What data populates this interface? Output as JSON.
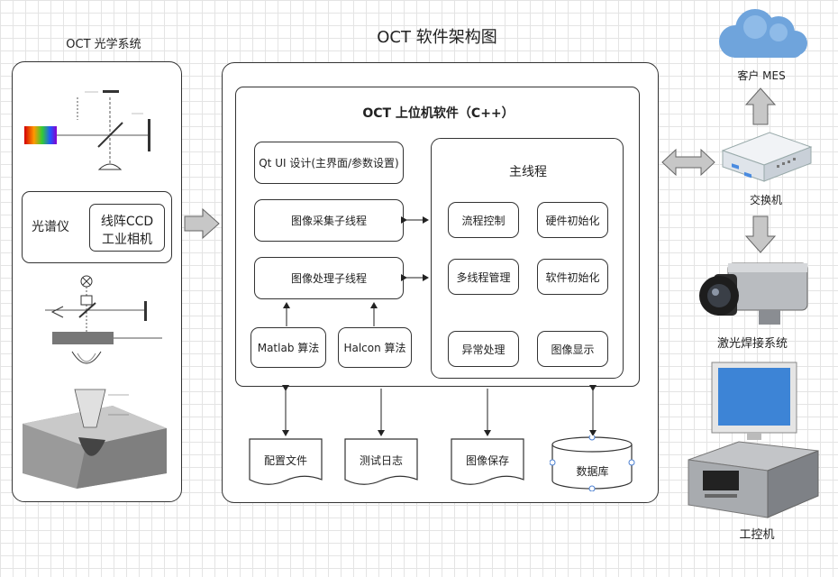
{
  "titles": {
    "optics": "OCT 光学系统",
    "architecture": "OCT 软件架构图"
  },
  "optics_panel": {
    "spectrometer": "光谱仪",
    "ccd_line1": "线阵CCD",
    "ccd_line2": "工业相机"
  },
  "software": {
    "title": "OCT 上位机软件（C++）",
    "qt_ui": "Qt  UI 设计(主界面/参数设置)",
    "acquisition_thread": "图像采集子线程",
    "processing_thread": "图像处理子线程",
    "matlab": "Matlab 算法",
    "halcon": "Halcon 算法",
    "main_thread": {
      "title": "主线程",
      "items": [
        "流程控制",
        "硬件初始化",
        "多线程管理",
        "软件初始化",
        "异常处理",
        "图像显示"
      ]
    }
  },
  "storage": {
    "config": "配置文件",
    "log": "测试日志",
    "image_save": "图像保存",
    "database": "数据库"
  },
  "devices": {
    "mes": "客户 MES",
    "switch": "交换机",
    "welding": "激光焊接系统",
    "ipc": "工控机"
  },
  "colors": {
    "arrow_fill": "#c7c7c7",
    "cloud": "#6fa4dc",
    "monitor_screen": "#3d84d6",
    "outline": "#333333"
  }
}
